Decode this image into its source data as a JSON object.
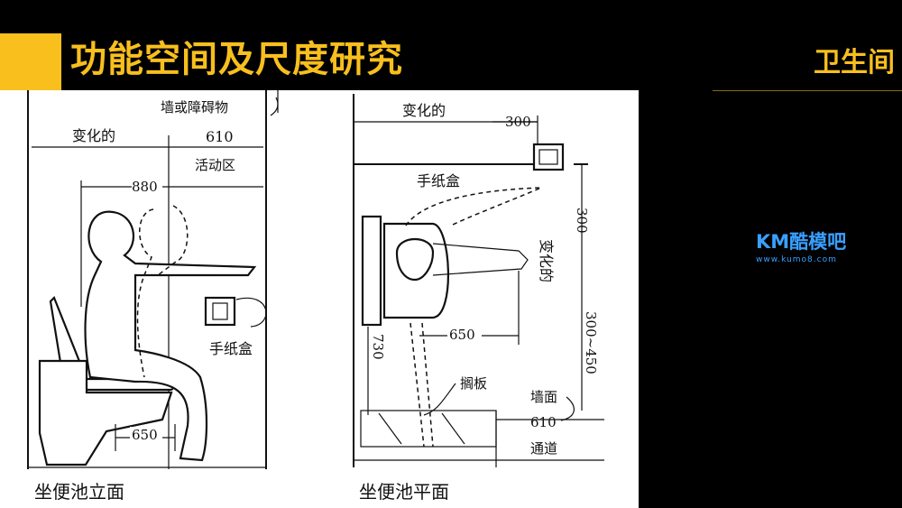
{
  "header": {
    "title": "功能空间及尺度研究",
    "section": "卫生间",
    "accent_color": "#f8bf1d"
  },
  "watermark": {
    "brand": "KM酷模吧",
    "url": "www.kumo8.com",
    "color": "#3aa0ff"
  },
  "diagram": {
    "elevation": {
      "label_wall": "墙或障碍物",
      "label_variable": "变化的",
      "dim_610": "610",
      "label_activity": "活动区",
      "dim_880": "880",
      "label_paper_box": "手纸盒",
      "dim_650": "650",
      "caption": "坐便池立面"
    },
    "plan": {
      "label_variable_top": "变化的",
      "dim_300_top": "300",
      "label_paper_box": "手纸盒",
      "dim_300_side": "300",
      "label_variable_side": "变化的",
      "dim_650": "650",
      "dim_730": "730",
      "dim_300_450": "300~450",
      "label_partition": "搁板",
      "label_wall_face": "墙面",
      "dim_610": "610",
      "label_aisle": "通道",
      "caption": "坐便池平面"
    }
  }
}
